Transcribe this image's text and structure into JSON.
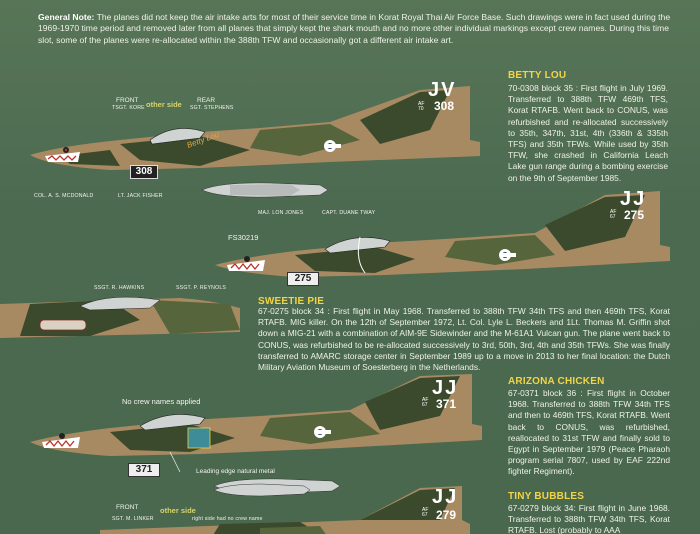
{
  "general_note": {
    "label": "General Note:",
    "text": " The planes did not keep the air intake arts for most of their service time in Korat Royal Thai Air Force Base. Such drawings were in fact used during the 1969-1970 time period and removed later from all planes that simply kept the shark mouth and no more other individual markings except crew names. During this time slot, some of the planes were re-allocated within the 388th TFW and occasionally got a different air intake art."
  },
  "aircraft": [
    {
      "name": "BETTY LOU",
      "description": "70-0308 block 35 : First flight in July 1969. Transferred to 388th TFW 469th TFS, Korat RTAFB. Went back to CONUS, was refurbished and re-allocated successively to 35th, 347th, 31st, 4th (336th & 335th TFS) and 35th TFWs. While used by 35th TFW, she crashed in California Leach Lake gun range during a bombing exercise on the 9th of September 1985.",
      "tail_code": "JV",
      "tail_number": "308",
      "tail_year": "AF 70",
      "nose_number": "308",
      "labels": {
        "front": "FRONT",
        "front_crew": "TSGT. KORE",
        "other_side": "other side",
        "rear": "REAR",
        "rear_crew": "SGT. STEPHENS",
        "pilot": "COL. A. S. MCDONALD",
        "wso": "LT. JACK FISHER"
      }
    },
    {
      "name": "SWEETIE PIE",
      "description": "67-0275 block 34 : First flight in May 1968. Transferred to 388th TFW 34th TFS and then 469th TFS, Korat RTAFB. MIG killer. On the 12th of September 1972, Lt. Col. Lyle L. Beckers and 1Lt. Thomas M. Griffin shot down a MIG-21 with a combination of AIM-9E Sidewinder and the M-61A1 Vulcan gun. The plane went back to CONUS, was refurbished to be re-allocated successively to 3rd, 50th, 3rd, 4th and 35th TFWs. She was finally transferred to AMARC storage center in September 1989  up to a move in 2013 to her final location: the Dutch Military Aviation Museum of Soesterberg in the Netherlands.",
      "tail_code": "JJ",
      "tail_number": "275",
      "tail_year": "AF 67",
      "nose_number": "275",
      "fs_code": "FS30219",
      "labels": {
        "pilot": "MAJ. LON JONES",
        "wso": "CAPT. DUANE TWAY",
        "front_crew": "SSGT. R. HAWKINS",
        "rear_crew": "SSGT. P. REYNOLS"
      }
    },
    {
      "name": "ARIZONA CHICKEN",
      "description": "67-0371 block 36 : First flight in October 1968. Transferred to 388th TFW 34th TFS and then to 469th TFS, Korat RTAFB. Went back to CONUS, was refurbished, reallocated to 31st TFW and finally sold to Egypt in September 1979 (Peace Pharaoh program serial 7807, used by EAF 222nd fighter Regiment).",
      "tail_code": "JJ",
      "tail_number": "371",
      "tail_year": "AF 67",
      "nose_number": "371",
      "labels": {
        "no_crew": "No crew names applied",
        "leading_edge": "Leading edge natural metal"
      }
    },
    {
      "name": "TINY BUBBLES",
      "description": "67-0279 block 34: First flight in June 1968. Transferred to 388th TFW 34th TFS, Korat RTAFB. Lost (probably to AAA",
      "tail_code": "JJ",
      "tail_number": "279",
      "tail_year": "AF 67",
      "labels": {
        "front": "FRONT",
        "front_crew": "SGT. M. LINKER",
        "other_side": "other side",
        "rear_note": "right side had no crew name"
      }
    }
  ],
  "colors": {
    "tan": "#a88a62",
    "dark_green": "#3b4a2c",
    "medium_green": "#57653c",
    "light_grey": "#cfd3d2",
    "title_yellow": "#f2d447",
    "background": "#4f6c53"
  }
}
